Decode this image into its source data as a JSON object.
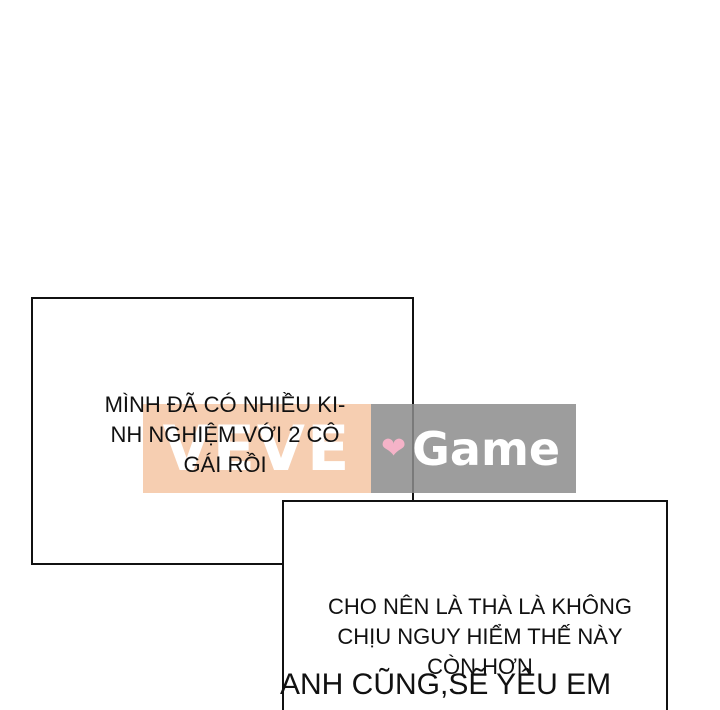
{
  "bubble_upper": {
    "lines": [
      "MÌNH ĐÃ CÓ NHIỀU KI-",
      "NH NGHIỆM VỚI 2 CÔ",
      "GÁI RỒI"
    ]
  },
  "bubble_lower": {
    "lines": [
      "CHO NÊN LÀ THÀ LÀ KHÔNG",
      "CHỊU NGUY HIỂM THẾ NÀY",
      "CÒN HƠN"
    ]
  },
  "caption_bottom": "ANH CŨNG,SẼ YÊU EM",
  "watermark": {
    "left_text": "VEVE",
    "right_text": "Game",
    "heart_icon": "heart-icon",
    "colors": {
      "left": "#f5c6a4",
      "right": "#8d8d8d",
      "heart": "#f4a6bf"
    }
  }
}
